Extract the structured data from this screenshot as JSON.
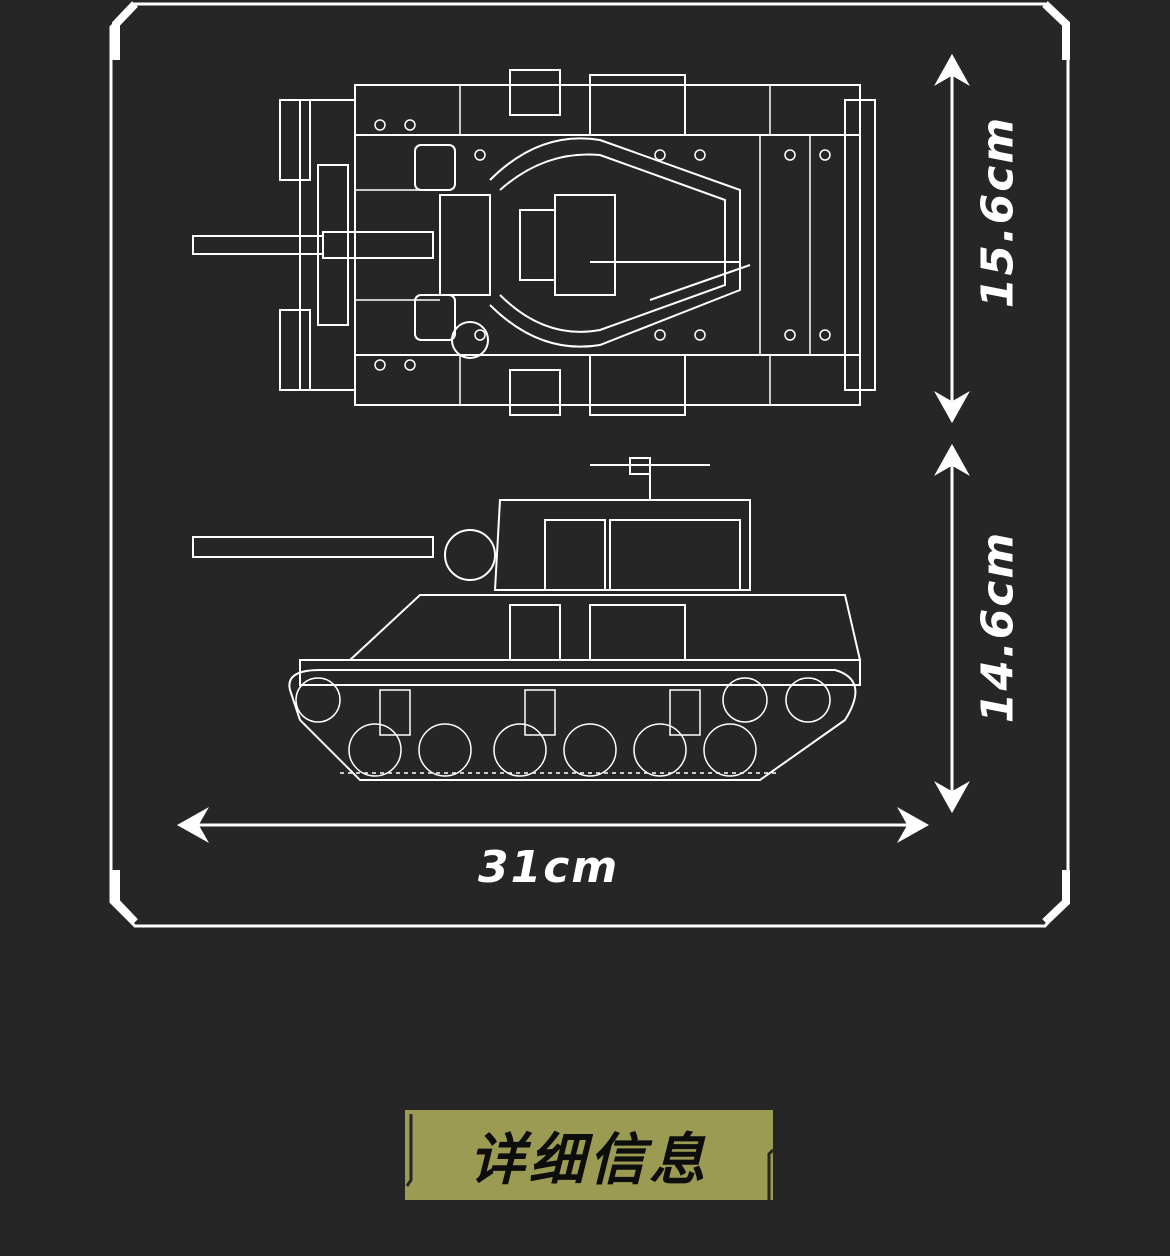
{
  "colors": {
    "background": "#262626",
    "line": "#ffffff",
    "accent": "#9c9b54",
    "badge_text": "#0d0d0d"
  },
  "dimensions": {
    "depth": "15.6cm",
    "height": "14.6cm",
    "length": "31cm"
  },
  "badge": {
    "title": "详细信息"
  }
}
